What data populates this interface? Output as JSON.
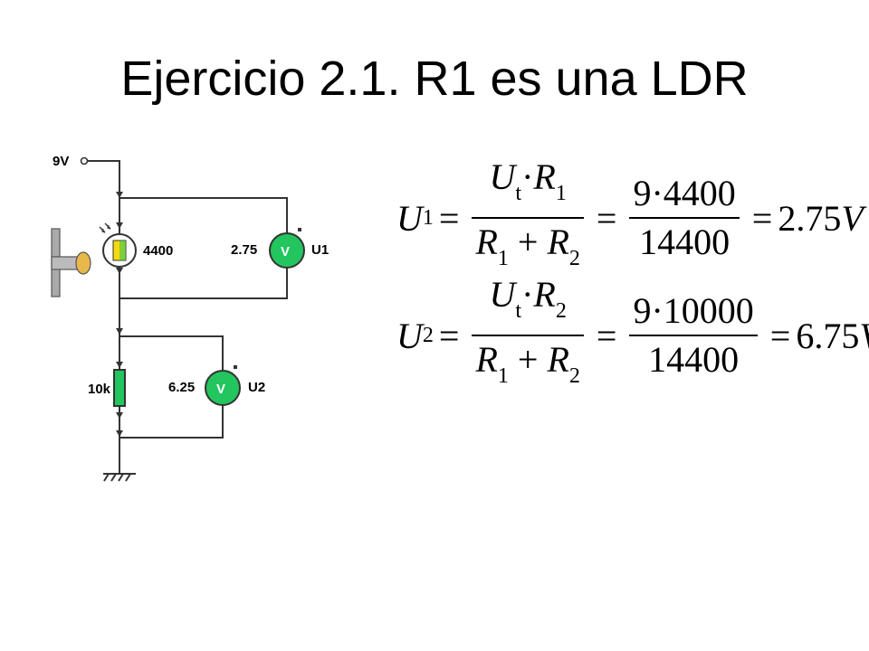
{
  "slide": {
    "title": "Ejercicio 2.1. R1 es una LDR"
  },
  "circuit": {
    "source_label": "9V",
    "ldr_value": "4400",
    "resistor_value": "10k",
    "meter1": {
      "reading": "2.75",
      "symbol": "V",
      "name": "U1"
    },
    "meter2": {
      "reading": "6.25",
      "symbol": "V",
      "name": "U2"
    }
  },
  "equations": [
    {
      "lhs_var": "U",
      "lhs_sub": "1",
      "num_a": "U",
      "num_a_sub": "t",
      "num_dot": "·",
      "num_b": "R",
      "num_b_sub": "1",
      "den_a": "R",
      "den_a_sub": "1",
      "den_plus": "+",
      "den_b": "R",
      "den_b_sub": "2",
      "num2": "9·4400",
      "den2": "14400",
      "result": "2.75",
      "result_unit": "V"
    },
    {
      "lhs_var": "U",
      "lhs_sub": "2",
      "num_a": "U",
      "num_a_sub": "t",
      "num_dot": "·",
      "num_b": "R",
      "num_b_sub": "2",
      "den_a": "R",
      "den_a_sub": "1",
      "den_plus": "+",
      "den_b": "R",
      "den_b_sub": "2",
      "num2": "9·10000",
      "den2": "14400",
      "result": "6.75",
      "result_unit": "V"
    }
  ],
  "eq_sign": "=",
  "colors": {
    "meter": "#22c55e",
    "ldr": "#f5d90a",
    "wire": "#333333",
    "lamp": "#e8b84b"
  }
}
